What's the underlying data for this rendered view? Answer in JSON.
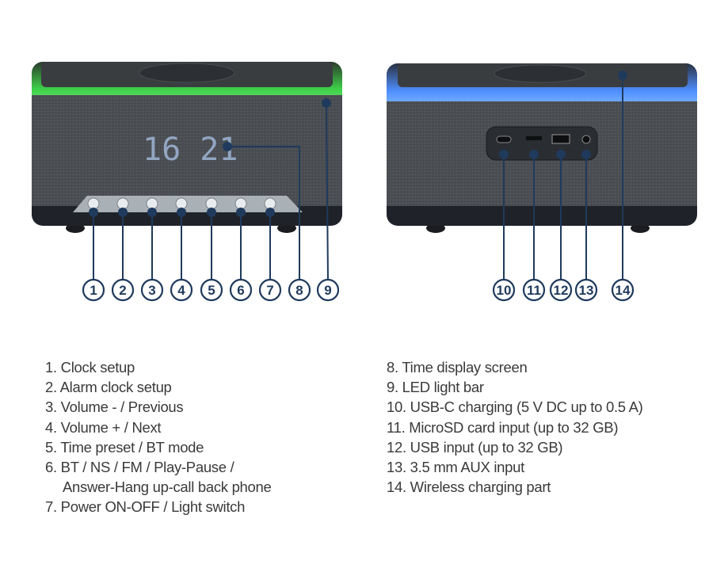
{
  "front_device": {
    "display_time": "16 21"
  },
  "callouts": [
    "1",
    "2",
    "3",
    "4",
    "5",
    "6",
    "7",
    "8",
    "9",
    "10",
    "11",
    "12",
    "13",
    "14"
  ],
  "legend": {
    "left": [
      "1. Clock setup",
      "2. Alarm clock setup",
      "3. Volume - / Previous",
      "4. Volume + / Next",
      "5. Time preset / BT mode",
      "6. BT / NS / FM / Play-Pause /",
      "Answer-Hang up-call back phone",
      "7. Power ON-OFF / Light switch"
    ],
    "right": [
      "8. Time display screen",
      "9. LED light bar",
      "10. USB-C charging (5 V DC up to 0.5 A)",
      "11. MicroSD card input (up to 32 GB)",
      "12. USB input (up to 32 GB)",
      "13. 3.5 mm AUX input",
      "14. Wireless charging part"
    ]
  },
  "colors": {
    "callout": "#1f3a5c",
    "front_led": "#3fd24a",
    "back_led": "#5aa8ff",
    "fabric": "#4a4d52"
  }
}
